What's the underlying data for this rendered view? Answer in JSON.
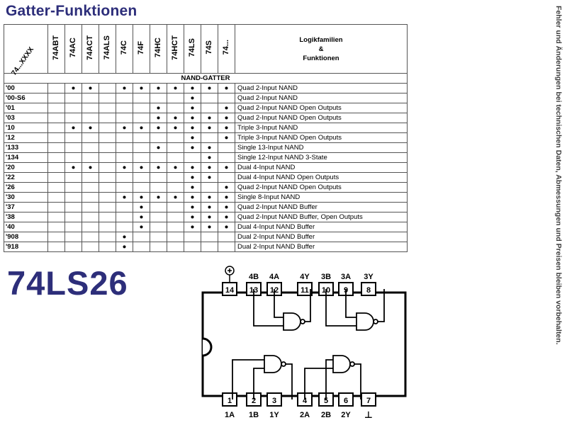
{
  "title": "Gatter-Funktionen",
  "side_note": "Fehler und Änderungen bei technischen Daten, Abmessungen und Preisen bleiben vorbehalten.",
  "part_number": "74LS26",
  "table": {
    "corner_label": "74...XXXX",
    "families": [
      "74ABT",
      "74AC",
      "74ACT",
      "74ALS",
      "74C",
      "74F",
      "74HC",
      "74HCT",
      "74LS",
      "74S",
      "74..."
    ],
    "right_header": [
      "Logikfamilien",
      "&",
      "Funktionen"
    ],
    "section": "NAND-GATTER",
    "rows": [
      {
        "code": "'00",
        "marks": [
          0,
          1,
          1,
          0,
          1,
          1,
          1,
          1,
          1,
          1,
          1
        ],
        "desc": "Quad 2-Input NAND"
      },
      {
        "code": "'00-S6",
        "marks": [
          0,
          0,
          0,
          0,
          0,
          0,
          0,
          0,
          1,
          0,
          0
        ],
        "desc": "Quad 2-Input NAND"
      },
      {
        "code": "'01",
        "marks": [
          0,
          0,
          0,
          0,
          0,
          0,
          1,
          0,
          1,
          0,
          1
        ],
        "desc": "Quad 2-Input NAND Open Outputs"
      },
      {
        "code": "'03",
        "marks": [
          0,
          0,
          0,
          0,
          0,
          0,
          1,
          1,
          1,
          1,
          1
        ],
        "desc": "Quad 2-Input NAND Open Outputs"
      },
      {
        "code": "'10",
        "marks": [
          0,
          1,
          1,
          0,
          1,
          1,
          1,
          1,
          1,
          1,
          1
        ],
        "desc": "Triple 3-Input NAND"
      },
      {
        "code": "'12",
        "marks": [
          0,
          0,
          0,
          0,
          0,
          0,
          0,
          0,
          1,
          0,
          1
        ],
        "desc": "Triple 3-Input NAND Open Outputs"
      },
      {
        "code": "'133",
        "marks": [
          0,
          0,
          0,
          0,
          0,
          0,
          1,
          0,
          1,
          1,
          0
        ],
        "desc": "Single 13-Input NAND"
      },
      {
        "code": "'134",
        "marks": [
          0,
          0,
          0,
          0,
          0,
          0,
          0,
          0,
          0,
          1,
          0
        ],
        "desc": "Single 12-Input NAND 3-State"
      },
      {
        "code": "'20",
        "marks": [
          0,
          1,
          1,
          0,
          1,
          1,
          1,
          1,
          1,
          1,
          1
        ],
        "desc": "Dual 4-Input NAND"
      },
      {
        "code": "'22",
        "marks": [
          0,
          0,
          0,
          0,
          0,
          0,
          0,
          0,
          1,
          1,
          0
        ],
        "desc": "Dual 4-Input NAND Open Outputs"
      },
      {
        "code": "'26",
        "marks": [
          0,
          0,
          0,
          0,
          0,
          0,
          0,
          0,
          1,
          0,
          1
        ],
        "desc": "Quad 2-Input NAND Open Outputs"
      },
      {
        "code": "'30",
        "marks": [
          0,
          0,
          0,
          0,
          1,
          1,
          1,
          1,
          1,
          1,
          1
        ],
        "desc": "Single 8-Input NAND"
      },
      {
        "code": "'37",
        "marks": [
          0,
          0,
          0,
          0,
          0,
          1,
          0,
          0,
          1,
          1,
          1
        ],
        "desc": "Quad 2-Input NAND Buffer"
      },
      {
        "code": "'38",
        "marks": [
          0,
          0,
          0,
          0,
          0,
          1,
          0,
          0,
          1,
          1,
          1
        ],
        "desc": "Quad 2-Input NAND Buffer, Open Outputs"
      },
      {
        "code": "'40",
        "marks": [
          0,
          0,
          0,
          0,
          0,
          1,
          0,
          0,
          1,
          1,
          1
        ],
        "desc": "Dual 4-Input NAND Buffer"
      },
      {
        "code": "'908",
        "marks": [
          0,
          0,
          0,
          0,
          1,
          0,
          0,
          0,
          0,
          0,
          0
        ],
        "desc": "Dual 2-Input NAND Buffer"
      },
      {
        "code": "'918",
        "marks": [
          0,
          0,
          0,
          0,
          1,
          0,
          0,
          0,
          0,
          0,
          0
        ],
        "desc": "Dual 2-Input NAND Buffer"
      }
    ]
  },
  "ic": {
    "top_pins": [
      "14",
      "13",
      "12",
      "11",
      "10",
      "9",
      "8"
    ],
    "top_labels": [
      "4B",
      "4A",
      "4Y",
      "3B",
      "3A",
      "3Y"
    ],
    "bottom_pins": [
      "1",
      "2",
      "3",
      "4",
      "5",
      "6",
      "7"
    ],
    "bottom_labels": [
      "1A",
      "1B",
      "1Y",
      "2A",
      "2B",
      "2Y"
    ],
    "vcc_symbol": "+",
    "gnd_symbol": "⊥"
  }
}
